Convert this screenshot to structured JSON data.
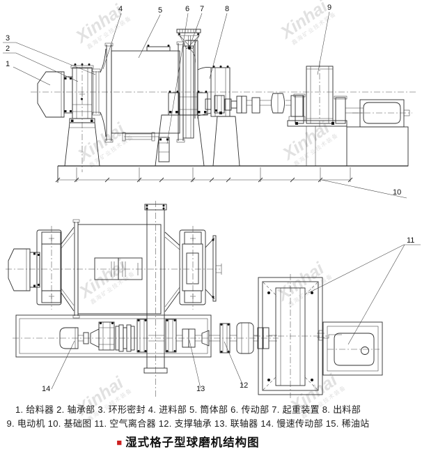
{
  "drawing_title": {
    "bullet": "■",
    "text": "湿式格子型球磨机结构图"
  },
  "legend": {
    "line1": "1. 给料器  2. 轴承部  3. 环形密封  4. 进料部  5. 筒体部  6. 传动部  7. 起重装置  8. 出料部",
    "line2": "9. 电动机  10. 基础图  11. 空气离合器  12. 支撑轴承  13. 联轴器  14. 慢速传动部  15. 稀油站",
    "items": [
      {
        "num": "1",
        "label": "给料器"
      },
      {
        "num": "2",
        "label": "轴承部"
      },
      {
        "num": "3",
        "label": "环形密封"
      },
      {
        "num": "4",
        "label": "进料部"
      },
      {
        "num": "5",
        "label": "筒体部"
      },
      {
        "num": "6",
        "label": "传动部"
      },
      {
        "num": "7",
        "label": "起重装置"
      },
      {
        "num": "8",
        "label": "出料部"
      },
      {
        "num": "9",
        "label": "电动机"
      },
      {
        "num": "10",
        "label": "基础图"
      },
      {
        "num": "11",
        "label": "空气离合器"
      },
      {
        "num": "12",
        "label": "支撑轴承"
      },
      {
        "num": "13",
        "label": "联轴器"
      },
      {
        "num": "14",
        "label": "慢速传动部"
      },
      {
        "num": "15",
        "label": "稀油站"
      }
    ]
  },
  "callouts": [
    "1",
    "2",
    "3",
    "4",
    "5",
    "6",
    "7",
    "8",
    "9",
    "10",
    "11",
    "12",
    "13",
    "14"
  ],
  "watermark": {
    "text": "Xinhai",
    "subtext": "鑫海矿业技术装备"
  },
  "colors": {
    "line": "#2e2e2e",
    "bullet_red": "#cc2020",
    "watermark_gray": "#c9c9c9",
    "background": "#ffffff"
  }
}
